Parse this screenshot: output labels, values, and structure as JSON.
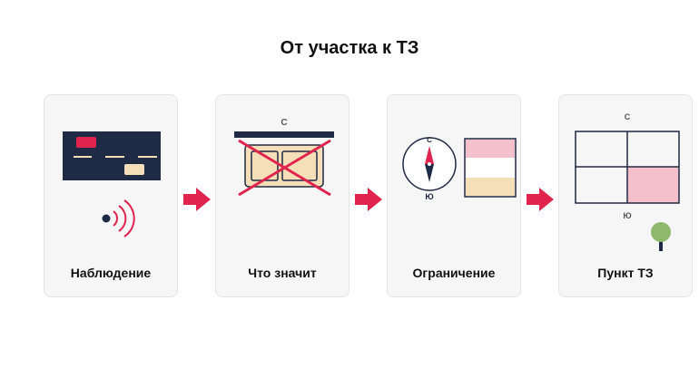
{
  "title": "От участка к ТЗ",
  "colors": {
    "navy": "#1f2a44",
    "red": "#e0244e",
    "pink": "#f4c0cb",
    "beige": "#f4dfb8",
    "card_bg": "#f6f6f6",
    "tree": "#8fb86a"
  },
  "steps": [
    {
      "label": "Наблюдение",
      "icons": [
        "site-plan-icon",
        "signal-icon"
      ]
    },
    {
      "label": "Что значит",
      "icons": [
        "crossed-out-layout-icon"
      ],
      "compass_n": "С"
    },
    {
      "label": "Ограничение",
      "icons": [
        "compass-icon",
        "zoning-strip-icon"
      ],
      "compass_n": "С",
      "compass_s": "Ю"
    },
    {
      "label": "Пункт ТЗ",
      "icons": [
        "floor-plan-icon",
        "tree-icon"
      ],
      "compass_n": "С",
      "compass_s": "Ю"
    }
  ]
}
